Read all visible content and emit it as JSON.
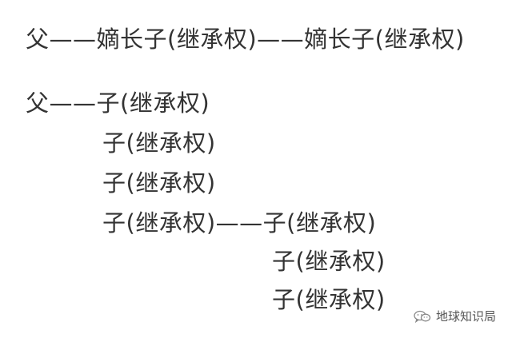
{
  "diagram": {
    "lines": [
      "父——嫡长子(继承权)——嫡长子(继承权)",
      "父——子(继承权)",
      "子(继承权)",
      "子(继承权)",
      "子(继承权)——子(继承权)",
      "子(继承权)",
      "子(继承权)"
    ]
  },
  "watermark": {
    "label": "地球知识局",
    "icon": "wechat-icon"
  }
}
